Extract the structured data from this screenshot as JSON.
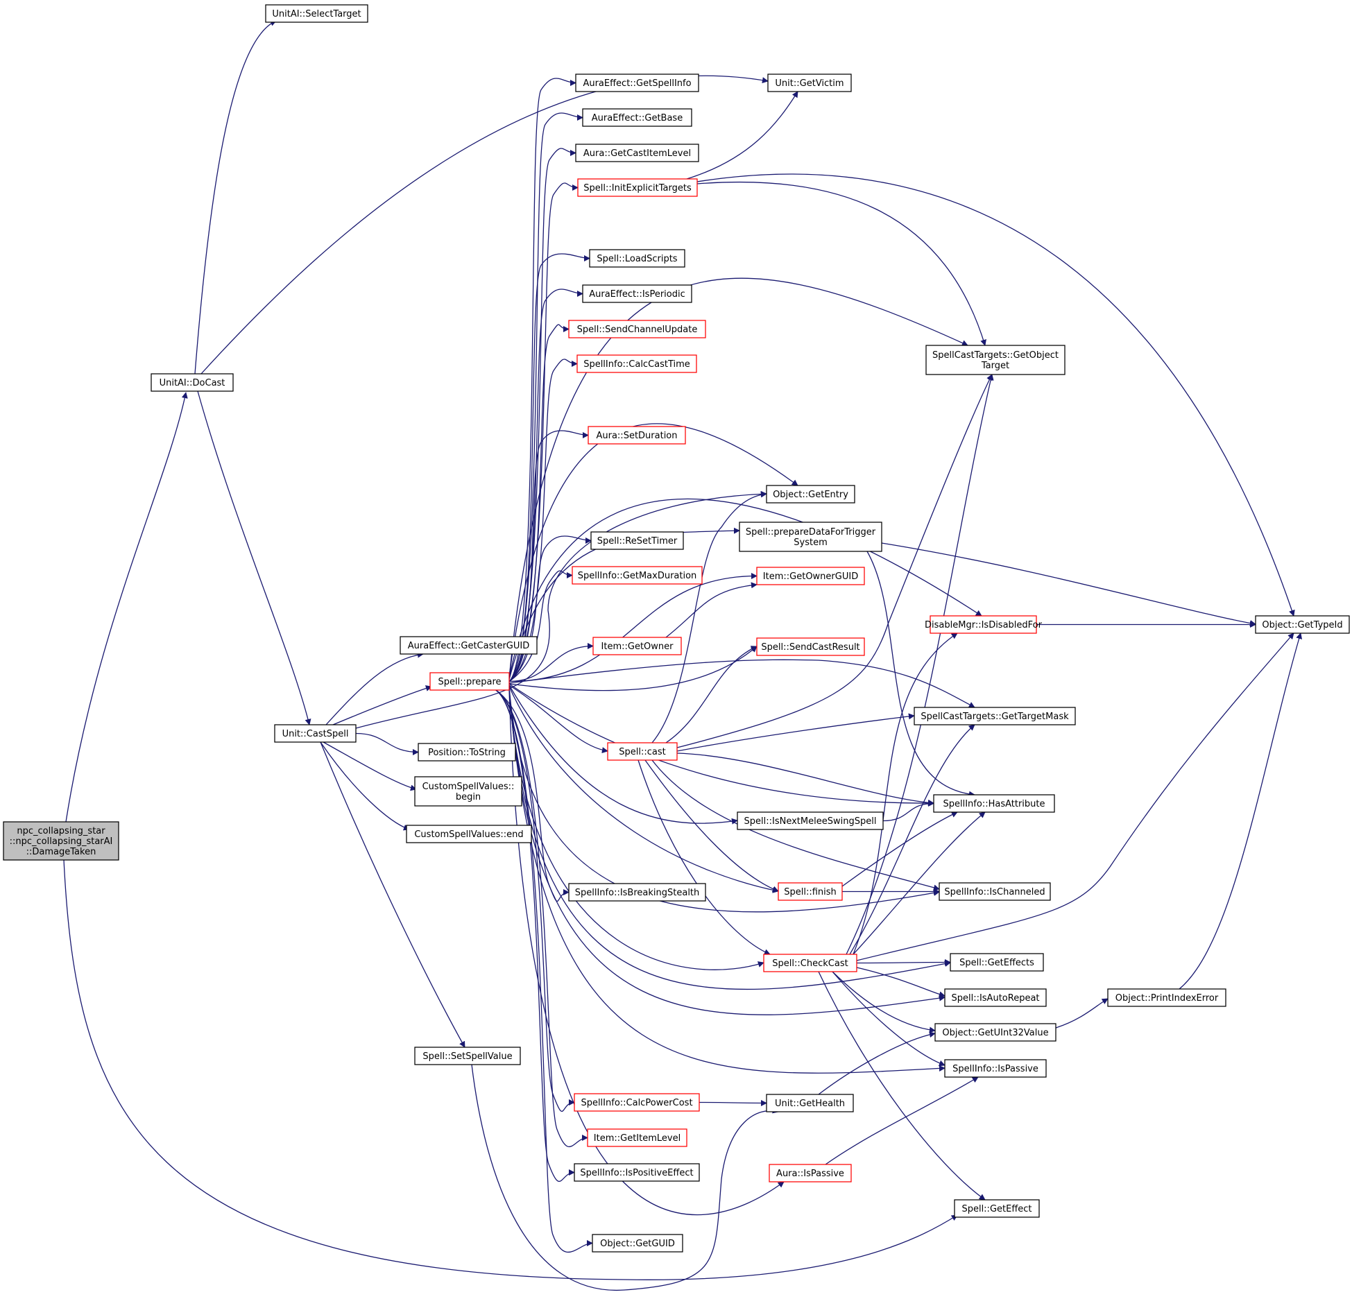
{
  "colors": {
    "edge": "#191970",
    "node_border": "#000000",
    "node_border_truncated": "#ff0000",
    "root_fill": "#bfbfbf"
  },
  "nodes": [
    {
      "id": "root",
      "lines": [
        "npc_collapsing_star",
        "::npc_collapsing_starAI",
        "::DamageTaken"
      ],
      "kind": "root"
    },
    {
      "id": "selecttarget",
      "lines": [
        "UnitAI::SelectTarget"
      ]
    },
    {
      "id": "docast",
      "lines": [
        "UnitAI::DoCast"
      ]
    },
    {
      "id": "getvictim",
      "lines": [
        "Unit::GetVictim"
      ]
    },
    {
      "id": "castspell",
      "lines": [
        "Unit::CastSpell"
      ]
    },
    {
      "id": "getcasterguid",
      "lines": [
        "AuraEffect::GetCasterGUID"
      ]
    },
    {
      "id": "prepare",
      "lines": [
        "Spell::prepare"
      ],
      "kind": "red"
    },
    {
      "id": "tostring",
      "lines": [
        "Position::ToString"
      ]
    },
    {
      "id": "csvbegin",
      "lines": [
        "CustomSpellValues::",
        "begin"
      ]
    },
    {
      "id": "csvend",
      "lines": [
        "CustomSpellValues::end"
      ]
    },
    {
      "id": "setspellvalue",
      "lines": [
        "Spell::SetSpellValue"
      ]
    },
    {
      "id": "ae_getspellinfo",
      "lines": [
        "AuraEffect::GetSpellInfo"
      ]
    },
    {
      "id": "ae_getbase",
      "lines": [
        "AuraEffect::GetBase"
      ]
    },
    {
      "id": "aura_getcastitemlevel",
      "lines": [
        "Aura::GetCastItemLevel"
      ]
    },
    {
      "id": "initexplicittargets",
      "lines": [
        "Spell::InitExplicitTargets"
      ],
      "kind": "red"
    },
    {
      "id": "loadscripts",
      "lines": [
        "Spell::LoadScripts"
      ]
    },
    {
      "id": "isperiodic",
      "lines": [
        "AuraEffect::IsPeriodic"
      ]
    },
    {
      "id": "sendchannelupdate",
      "lines": [
        "Spell::SendChannelUpdate"
      ],
      "kind": "red"
    },
    {
      "id": "calccasttime",
      "lines": [
        "SpellInfo::CalcCastTime"
      ],
      "kind": "red"
    },
    {
      "id": "setduration",
      "lines": [
        "Aura::SetDuration"
      ],
      "kind": "red"
    },
    {
      "id": "resettimer",
      "lines": [
        "Spell::ReSetTimer"
      ]
    },
    {
      "id": "getmaxduration",
      "lines": [
        "SpellInfo::GetMaxDuration"
      ],
      "kind": "red"
    },
    {
      "id": "item_getowner",
      "lines": [
        "Item::GetOwner"
      ],
      "kind": "red"
    },
    {
      "id": "cast",
      "lines": [
        "Spell::cast"
      ],
      "kind": "red"
    },
    {
      "id": "isbreakingstealth",
      "lines": [
        "SpellInfo::IsBreakingStealth"
      ]
    },
    {
      "id": "calcpowercost",
      "lines": [
        "SpellInfo::CalcPowerCost"
      ],
      "kind": "red"
    },
    {
      "id": "getitemlevel",
      "lines": [
        "Item::GetItemLevel"
      ],
      "kind": "red"
    },
    {
      "id": "ispositiveeffect",
      "lines": [
        "SpellInfo::IsPositiveEffect"
      ]
    },
    {
      "id": "getguid",
      "lines": [
        "Object::GetGUID"
      ]
    },
    {
      "id": "getentry",
      "lines": [
        "Object::GetEntry"
      ]
    },
    {
      "id": "preparedatafortrigger",
      "lines": [
        "Spell::prepareDataForTrigger",
        "System"
      ]
    },
    {
      "id": "getownerguid",
      "lines": [
        "Item::GetOwnerGUID"
      ],
      "kind": "red"
    },
    {
      "id": "sendcastresult",
      "lines": [
        "Spell::SendCastResult"
      ],
      "kind": "red"
    },
    {
      "id": "ismeleeswing",
      "lines": [
        "Spell::IsNextMeleeSwingSpell"
      ]
    },
    {
      "id": "finish",
      "lines": [
        "Spell::finish"
      ],
      "kind": "red"
    },
    {
      "id": "checkcast",
      "lines": [
        "Spell::CheckCast"
      ],
      "kind": "red"
    },
    {
      "id": "gethealth",
      "lines": [
        "Unit::GetHealth"
      ]
    },
    {
      "id": "aura_ispassive",
      "lines": [
        "Aura::IsPassive"
      ],
      "kind": "red"
    },
    {
      "id": "getobjecttarget",
      "lines": [
        "SpellCastTargets::GetObject",
        "Target"
      ]
    },
    {
      "id": "isdisabledfor",
      "lines": [
        "DisableMgr::IsDisabledFor"
      ],
      "kind": "red"
    },
    {
      "id": "gettargetmask",
      "lines": [
        "SpellCastTargets::GetTargetMask"
      ]
    },
    {
      "id": "hasattribute",
      "lines": [
        "SpellInfo::HasAttribute"
      ]
    },
    {
      "id": "ischanneled",
      "lines": [
        "SpellInfo::IsChanneled"
      ]
    },
    {
      "id": "geteffects",
      "lines": [
        "Spell::GetEffects"
      ]
    },
    {
      "id": "isautorepeat",
      "lines": [
        "Spell::IsAutoRepeat"
      ]
    },
    {
      "id": "getuint32value",
      "lines": [
        "Object::GetUInt32Value"
      ]
    },
    {
      "id": "spellinfo_ispassive",
      "lines": [
        "SpellInfo::IsPassive"
      ]
    },
    {
      "id": "geteffect",
      "lines": [
        "Spell::GetEffect"
      ]
    },
    {
      "id": "gettypeid",
      "lines": [
        "Object::GetTypeId"
      ]
    },
    {
      "id": "printindexerror",
      "lines": [
        "Object::PrintIndexError"
      ]
    }
  ]
}
